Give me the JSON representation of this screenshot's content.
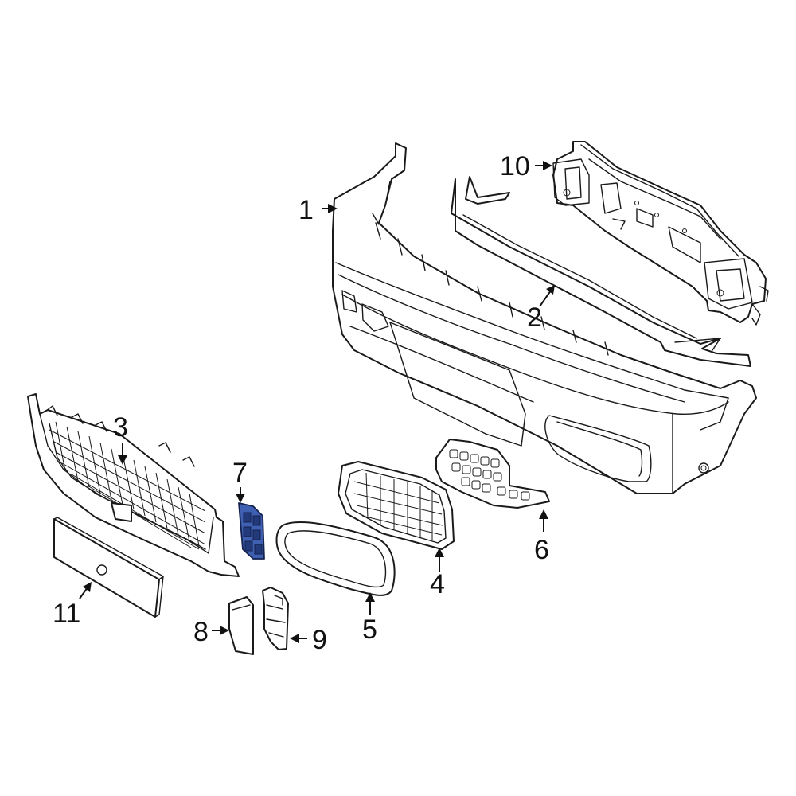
{
  "callouts": [
    {
      "id": "1",
      "label": "1"
    },
    {
      "id": "2",
      "label": "2"
    },
    {
      "id": "3",
      "label": "3"
    },
    {
      "id": "4",
      "label": "4"
    },
    {
      "id": "5",
      "label": "5"
    },
    {
      "id": "6",
      "label": "6"
    },
    {
      "id": "7",
      "label": "7",
      "highlighted": true
    },
    {
      "id": "8",
      "label": "8"
    },
    {
      "id": "9",
      "label": "9"
    },
    {
      "id": "10",
      "label": "10"
    },
    {
      "id": "11",
      "label": "11"
    }
  ],
  "colors": {
    "line": "#1a1a1a",
    "highlight": "#3f5fb0",
    "background": "#ffffff"
  }
}
